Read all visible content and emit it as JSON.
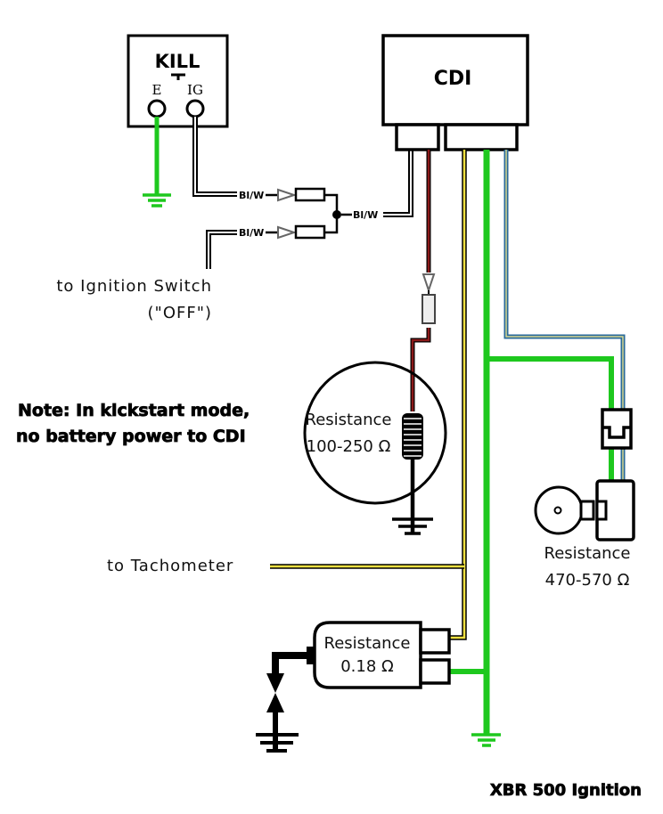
{
  "title": "XBR 500 Ignition",
  "components": {
    "kill_switch": {
      "label": "KILL",
      "terminal_e": "E",
      "terminal_ig": "IG"
    },
    "cdi": {
      "label": "CDI"
    },
    "connector_labels": {
      "top": "Bl/W",
      "bottom": "Bl/W",
      "joint": "Bl/W"
    },
    "ignition_switch": {
      "line1": "to Ignition Switch",
      "line2": "(\"OFF\")"
    },
    "note": {
      "line1": "Note: In kickstart mode,",
      "line2": "no battery power to CDI"
    },
    "exciter_coil": {
      "line1": "Resistance",
      "line2": "100-250 Ω"
    },
    "pickup_coil": {
      "line1": "Resistance",
      "line2": "470-570 Ω"
    },
    "ignition_coil": {
      "line1": "Resistance",
      "line2": "0.18 Ω"
    },
    "tachometer": {
      "label": "to Tachometer"
    }
  },
  "wire_colors": {
    "black_white": "#000000",
    "red": "#8b1a1a",
    "yellow": "#f0e040",
    "green": "#1ec81e",
    "blue_yellow": "#2a6a9a"
  }
}
